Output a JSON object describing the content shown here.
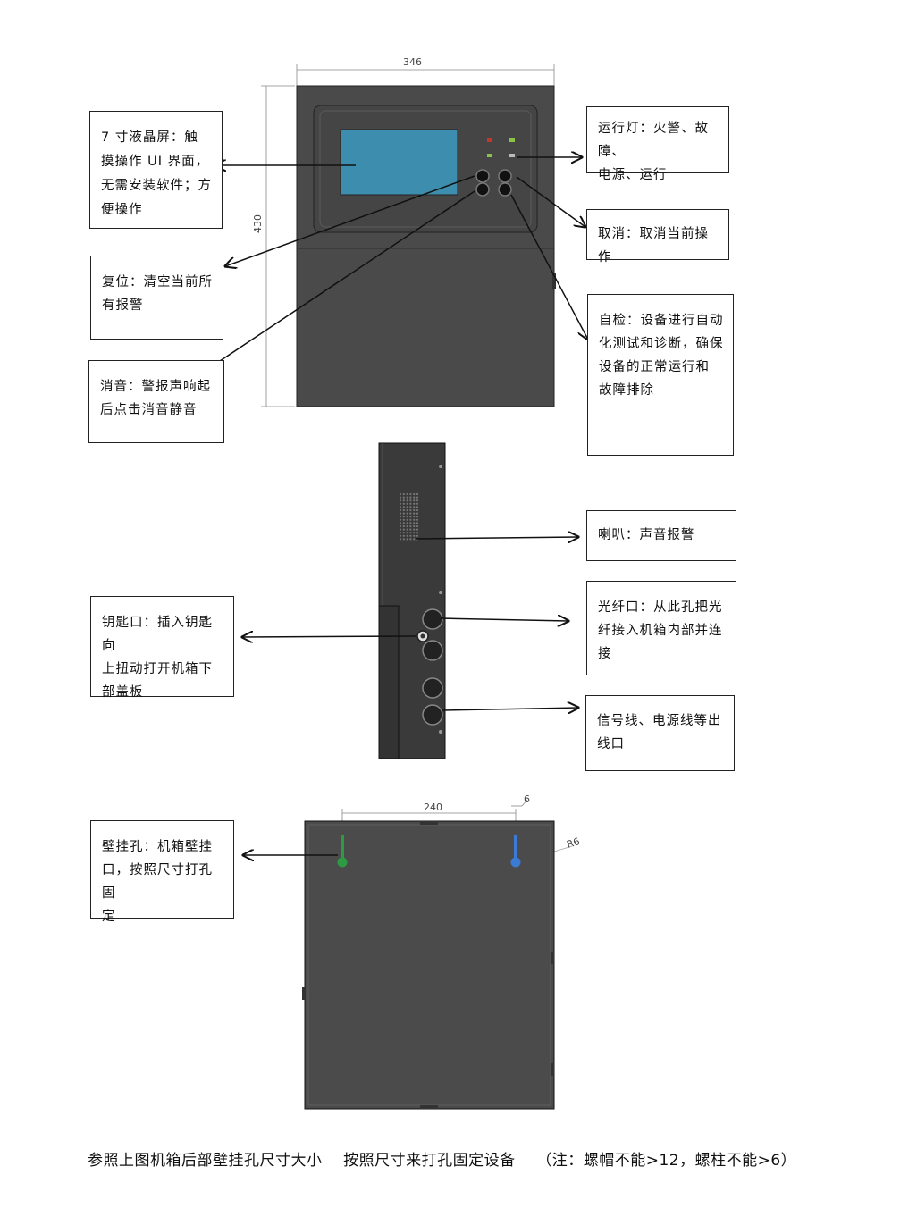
{
  "dimensions": {
    "front_width": "346",
    "front_height": "430",
    "hole_spacing": "240",
    "hole_diameter": "6",
    "hole_radius": "R6"
  },
  "callouts": {
    "lcd": "7 寸液晶屏：触\n摸操作 UI 界面，\n无需安装软件；方\n便操作",
    "run_light": "运行灯：火警、故障、\n电源、运行",
    "cancel": "取消：取消当前操作",
    "reset": "复位：清空当前所\n有报警",
    "selftest": "自检：设备进行自动\n化测试和诊断，确保\n设备的正常运行和\n故障排除",
    "mute": "消音：警报声响起\n后点击消音静音",
    "speaker": "喇叭：声音报警",
    "key": "钥匙口：插入钥匙向\n上扭动打开机箱下\n部盖板",
    "fiber": "光纤口：从此孔把光\n纤接入机箱内部并连\n接",
    "signal": "信号线、电源线等出\n线口",
    "wall_hole": "壁挂孔：机箱壁挂\n口，按照尺寸打孔固\n定"
  },
  "colors": {
    "housing": "#4a4a4a",
    "housing_dark": "#3c3c3c",
    "screen": "#3d8eae",
    "led_red": "#c0392b",
    "led_green": "#8bc34a",
    "hole_green": "#2e9a44",
    "hole_blue": "#3a7bd5"
  },
  "footer": "参照上图机箱后部壁挂孔尺寸大小    按照尺寸来打孔固定设备    （注：螺帽不能>12，螺柱不能>6）"
}
